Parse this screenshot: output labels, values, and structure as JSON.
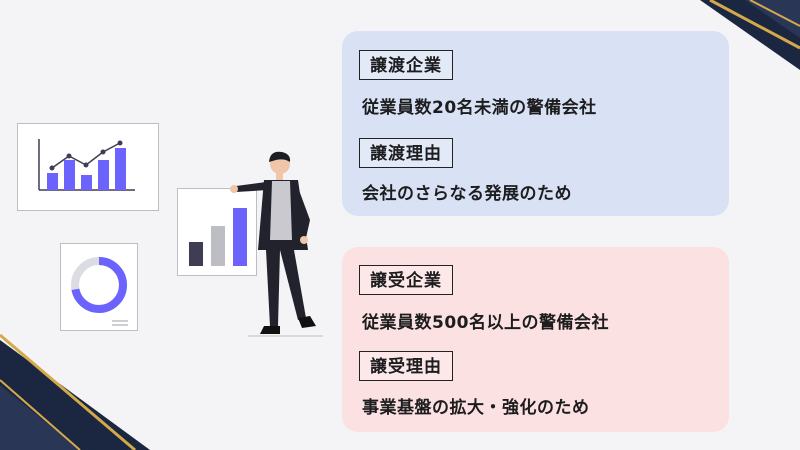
{
  "colors": {
    "navy": "#1b2640",
    "gold": "#d4a94a",
    "accent": "#6c63ff",
    "dark_bar": "#3f3d56",
    "blue_card": "#d9e2f4",
    "pink_card": "#fbe1e1"
  },
  "seller": {
    "label": "譲渡企業",
    "company": "従業員数20名未満の警備会社",
    "reason_label": "譲渡理由",
    "reason": "会社のさらなる発展のため"
  },
  "buyer": {
    "label": "譲受企業",
    "company": "従業員数500名以上の警備会社",
    "reason_label": "譲受理由",
    "reason": "事業基盤の拡大・強化のため"
  },
  "illustration": {
    "donut_fill_fraction": 0.72,
    "icons": [
      "line-bar-chart-icon",
      "donut-chart-icon",
      "bar-chart-board-icon",
      "businessman-icon"
    ]
  }
}
